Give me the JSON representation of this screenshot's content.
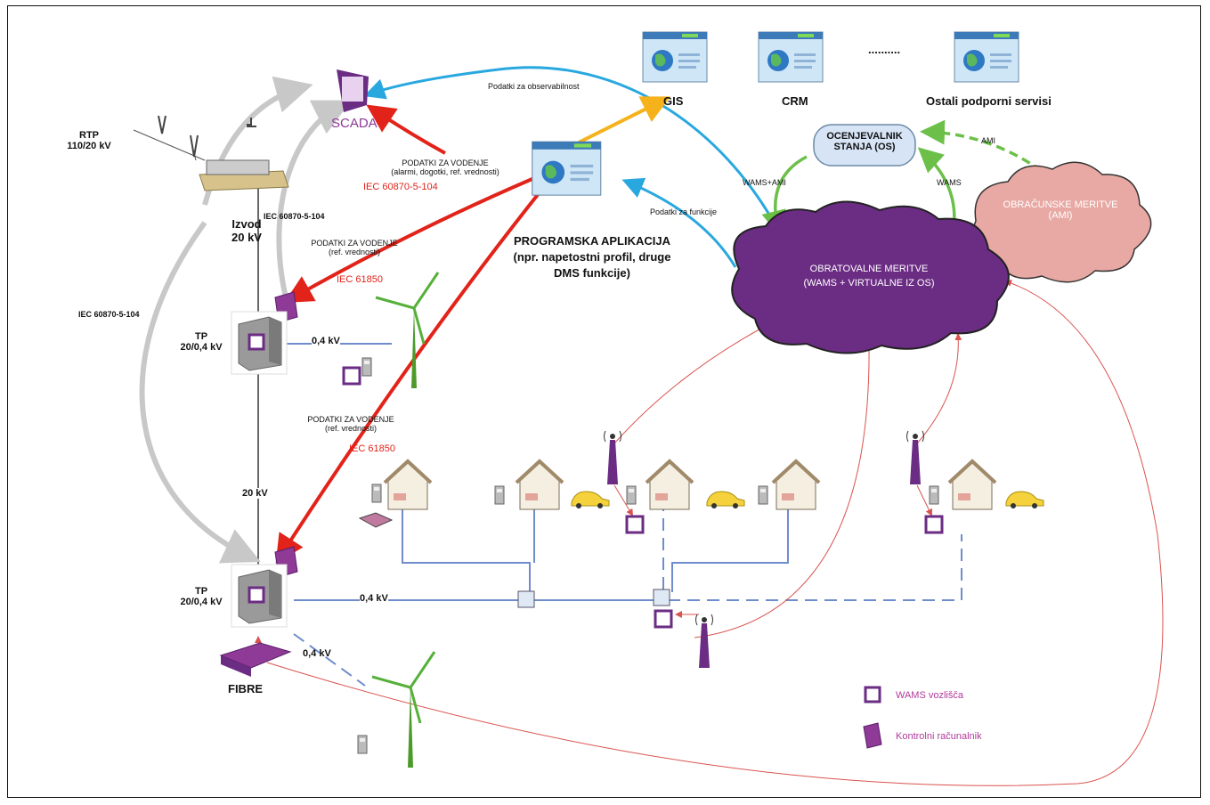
{
  "rtp": {
    "line1": "RTP",
    "line2": "110/20 kV"
  },
  "scada": {
    "label": "SCADA"
  },
  "izvod": {
    "line1": "Izvod",
    "line2": "20 kV"
  },
  "tp1": {
    "line1": "TP",
    "line2": "20/0,4 kV"
  },
  "tp2": {
    "line1": "TP",
    "line2": "20/0,4 kV"
  },
  "fibre": {
    "label": "FIBRE"
  },
  "voltages": {
    "v04_top": "0,4 kV",
    "v20": "20 kV",
    "v04_mid": "0,4 kV",
    "v04_bottom": "0,4 kV"
  },
  "protocols": {
    "iec104_short": "IEC 60870-5-104",
    "iec104_left": "IEC 60870-5-104"
  },
  "podatki_vodenje_1": {
    "title": "PODATKI ZA VODENJE",
    "detail": "(alarmi, dogotki, ref. vrednosti)",
    "protocol": "IEC 60870-5-104"
  },
  "podatki_vodenje_2": {
    "title": "PODATKI ZA VODENJE",
    "detail": "(ref. vrednosti)",
    "protocol": "IEC 61850"
  },
  "podatki_vodenje_3": {
    "title": "PODATKI ZA VODENJE",
    "detail": "(ref. vrednosti)",
    "protocol": "IEC 61850"
  },
  "observability": "Podatki za observabilnost",
  "functions": "Podatki za funkcije",
  "app": {
    "line1": "PROGRAMSKA APLIKACIJA",
    "line2": "(npr. napetostni profil, druge",
    "line3": "DMS funkcije)"
  },
  "services": {
    "gis": "GIS",
    "crm": "CRM",
    "dots": "..........",
    "other": "Ostali podporni servisi"
  },
  "estimator": {
    "line1": "OCENJEVALNIK",
    "line2": "STANJA (OS)"
  },
  "flows": {
    "ami": "AMI",
    "wams_ami": "WAMS+AMI",
    "wams": "WAMS"
  },
  "billing": {
    "line1": "OBRAČUNSKE MERITVE",
    "line2": "(AMI)"
  },
  "operational": {
    "line1": "OBRATOVALNE MERITVE",
    "line2": "(WAMS + VIRTUALNE IZ OS)"
  },
  "legend": {
    "wams": "WAMS vozlišča",
    "computer": "Kontrolni računalnik"
  },
  "colors": {
    "purple": "#6b2c83",
    "red_arrow": "#e2231a",
    "blue_arrow": "#29a8e0",
    "green_arrow": "#6cc04a",
    "yellow_arrow": "#f5b21b",
    "grey_arrow": "#c8c8c8",
    "feeder_blue": "#6f8ccc"
  }
}
